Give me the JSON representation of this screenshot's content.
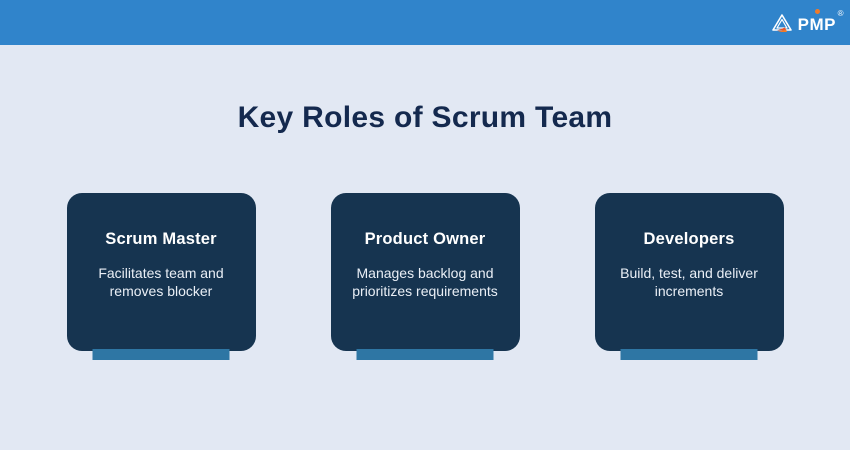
{
  "header": {
    "logo_text": "PMP",
    "logo_reg": "®",
    "logo_icon": "mountain-triangle-icon",
    "bg_color": "#3084cb"
  },
  "title": "Key Roles of Scrum Team",
  "cards": [
    {
      "title": "Scrum Master",
      "description": "Facilitates team and removes blocker"
    },
    {
      "title": "Product Owner",
      "description": "Manages backlog and prioritizes requirements"
    },
    {
      "title": "Developers",
      "description": "Build, test, and deliver increments"
    }
  ],
  "colors": {
    "header_bg": "#3084cb",
    "page_bg": "#e2e8f3",
    "card_bg": "#163450",
    "card_accent": "#2e76a4",
    "title_text": "#14294e",
    "card_text": "#ffffff",
    "logo_dot": "#f07b2a"
  }
}
